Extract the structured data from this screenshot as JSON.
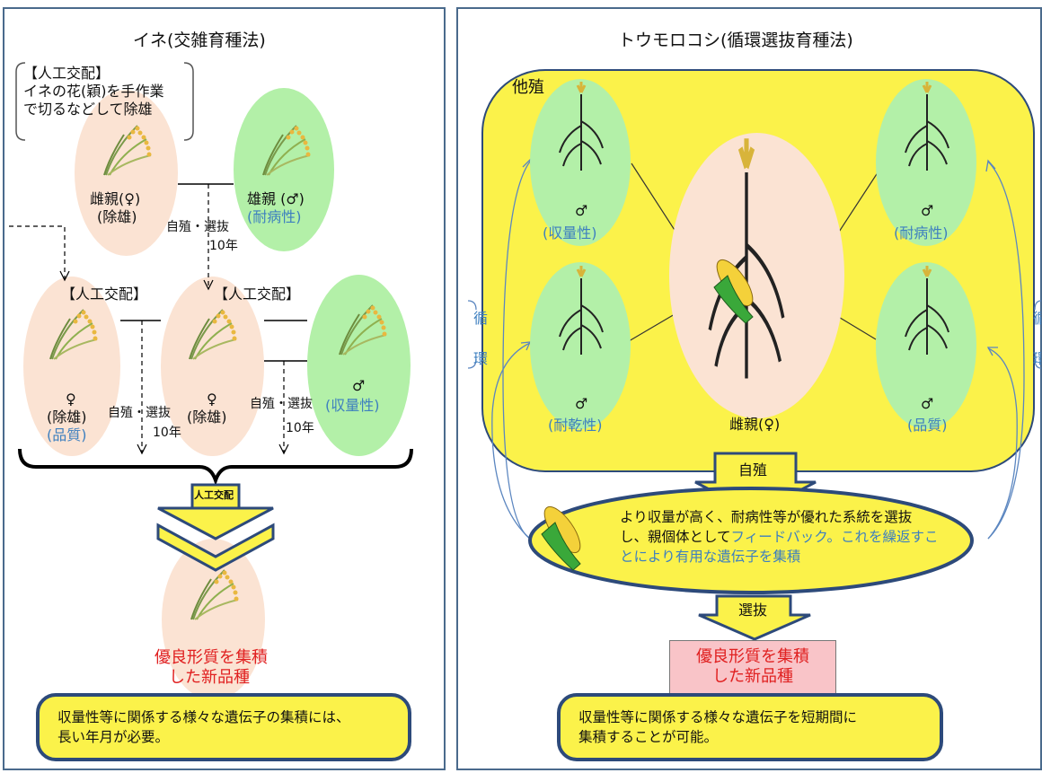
{
  "left": {
    "title": "イネ(交雑育種法)",
    "note_title": "【人工交配】",
    "note_line1": "イネの花(穎)を手作業",
    "note_line2": "で切るなどして除雄",
    "female_parent": "雌親(♀)",
    "emasculated": "(除雄)",
    "male_parent": "雄親 (♂)",
    "trait_disease": "(耐病性)",
    "selfing_selection": "自殖・選抜",
    "ten_years": "10年",
    "cross_label": "【人工交配】",
    "female_symbol": "♀",
    "male_symbol": "♂",
    "trait_quality": "(品質)",
    "trait_yield": "(収量性)",
    "arrow_cross": "人工交配",
    "result_line1": "優良形質を集積",
    "result_line2": "した新品種",
    "summary_line1": "収量性等に関係する様々な遺伝子の集積には、",
    "summary_line2": "長い年月が必要。"
  },
  "right": {
    "title": "トウモロコシ(循環選抜育種法)",
    "outcrossing": "他殖",
    "male_symbol": "♂",
    "trait_yield": "(収量性)",
    "trait_disease": "(耐病性)",
    "trait_drought": "(耐乾性)",
    "trait_quality": "(品質)",
    "female_parent": "雌親(♀)",
    "cycle_1": "循",
    "cycle_2": "環",
    "selfing": "自殖",
    "ellipse_line1": "より収量が高く、耐病性等が優れた系統を選抜",
    "ellipse_line2_a": "し、親個体として",
    "ellipse_line2_b": "フィードバック。これを繰返すこ",
    "ellipse_line3": "とにより有用な遺伝子を集積",
    "selection": "選抜",
    "result_line1": "優良形質を集積",
    "result_line2": "した新品種",
    "summary_line1": "収量性等に関係する様々な遺伝子を短期間に",
    "summary_line2": "集積することが可能。"
  },
  "colors": {
    "border": "#2d4a7a",
    "yellow": "#fbf24a",
    "peach": "#fbe3d3",
    "green": "#b3f0a8",
    "blue_text": "#3d7fbf",
    "red_text": "#e02020",
    "pink_box": "#f9c4c8"
  },
  "icons": [
    "rice-plant-icon",
    "corn-plant-icon",
    "corn-cob-icon",
    "down-arrow-icon"
  ]
}
